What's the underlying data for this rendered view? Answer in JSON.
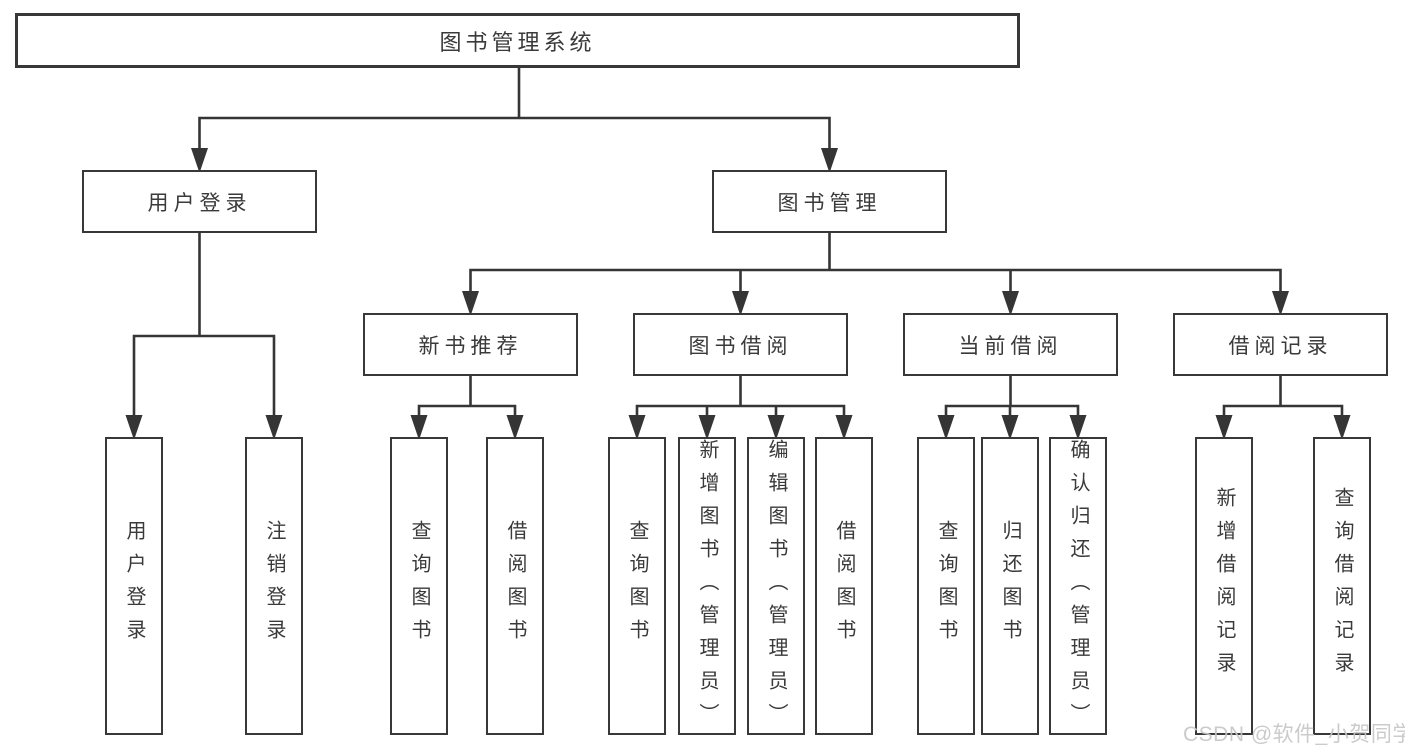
{
  "tree": {
    "root": "图书管理系统",
    "branches": [
      {
        "label": "用户登录",
        "children": [
          "用户登录",
          "注销登录"
        ]
      },
      {
        "label": "图书管理",
        "children": [
          {
            "label": "新书推荐",
            "children": [
              "查询图书",
              "借阅图书"
            ]
          },
          {
            "label": "图书借阅",
            "children": [
              "查询图书",
              "新增图书（管理员）",
              "编辑图书（管理员）",
              "借阅图书"
            ]
          },
          {
            "label": "当前借阅",
            "children": [
              "查询图书",
              "归还图书",
              "确认归还（管理员）"
            ]
          },
          {
            "label": "借阅记录",
            "children": [
              "新增借阅记录",
              "查询借阅记录"
            ]
          }
        ]
      }
    ]
  },
  "watermark": "CSDN @软件_小贺同学",
  "colors": {
    "line": "#353535",
    "box_border": "#383838",
    "text": "#3a3a3a",
    "watermark": "#c7c7c7"
  }
}
